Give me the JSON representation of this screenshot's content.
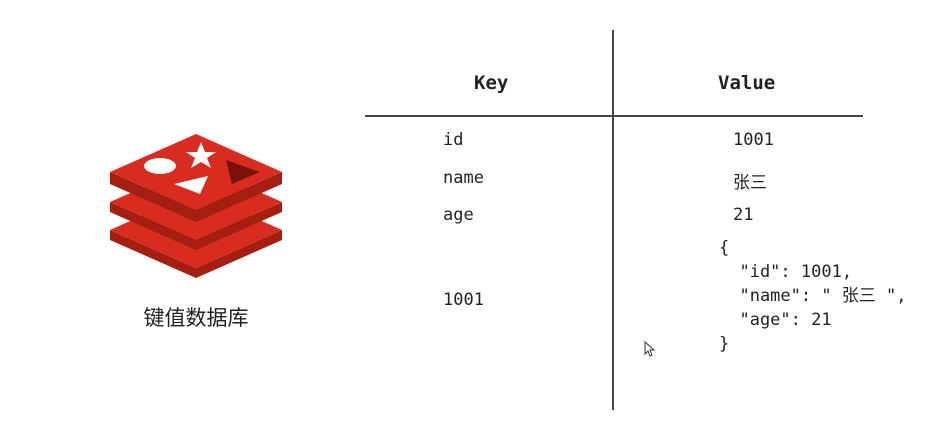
{
  "logo": {
    "name": "redis-logo",
    "caption": "键值数据库"
  },
  "table": {
    "headers": {
      "key": "Key",
      "value": "Value"
    },
    "rows": [
      {
        "key": "id",
        "value": "1001"
      },
      {
        "key": "name",
        "value": "张三"
      },
      {
        "key": "age",
        "value": "21"
      },
      {
        "key": "1001",
        "value_lines": [
          "{",
          "  \"id\": 1001,",
          "  \"name\": \" 张三 \",",
          "  \"age\": 21",
          "}"
        ]
      }
    ]
  },
  "colors": {
    "logo_red": "#d82c20",
    "logo_dark": "#a41e11",
    "line": "#444444"
  }
}
